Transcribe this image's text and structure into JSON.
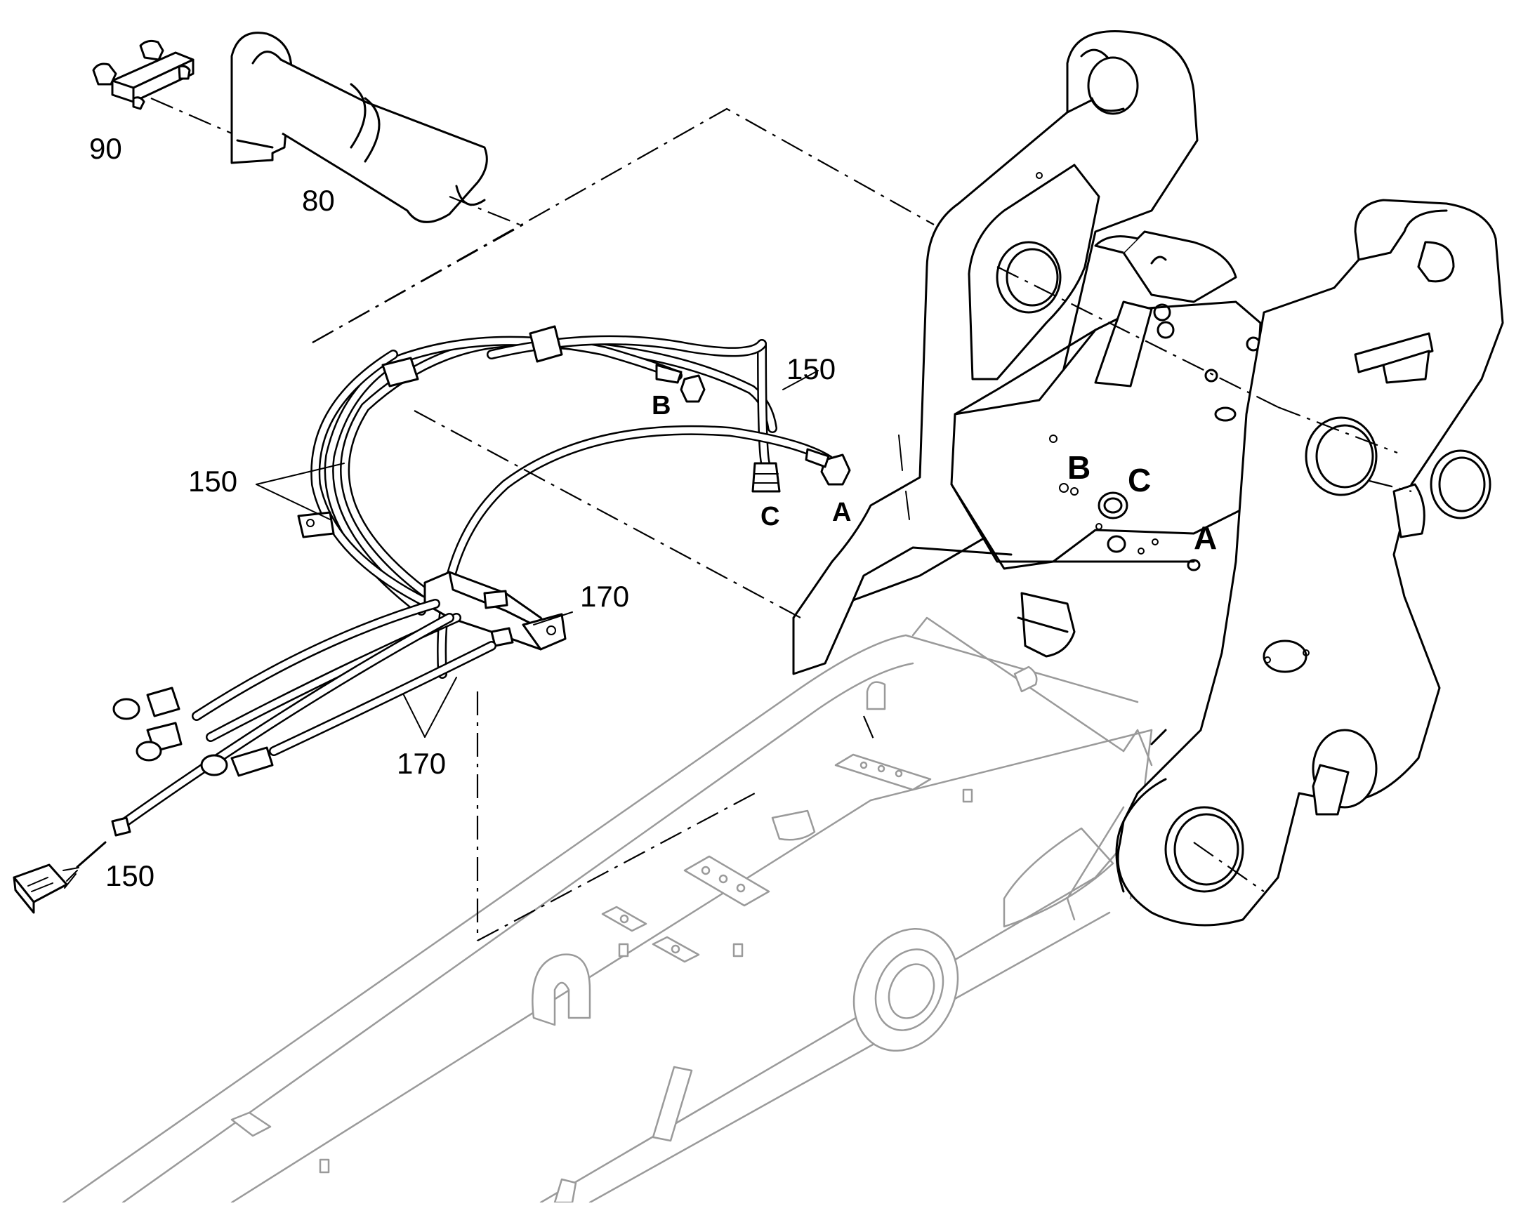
{
  "callouts": {
    "c90": "90",
    "c80": "80",
    "c150_upper": "150",
    "c150_left": "150",
    "c150_bottom": "150",
    "c170_right": "170",
    "c170_bottom": "170"
  },
  "hose_ports": {
    "a": "A",
    "b": "B",
    "c": "C"
  },
  "coupler_ports": {
    "a": "A",
    "b": "B",
    "c": "C"
  }
}
